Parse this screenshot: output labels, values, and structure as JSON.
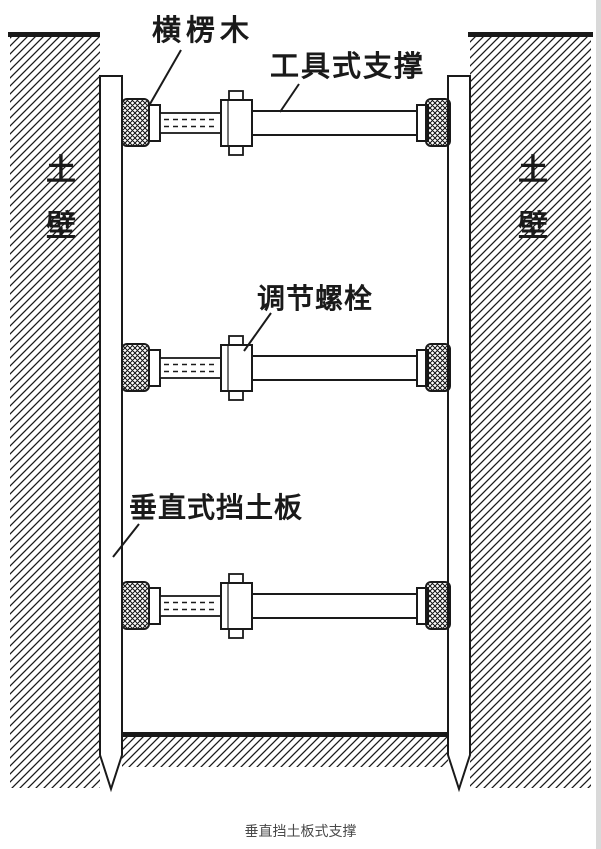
{
  "figure": {
    "caption": "垂直挡土板式支撑"
  },
  "labels": {
    "wale_timber": "横楞木",
    "tool_support": "工具式支撑",
    "adjust_bolt": "调节螺栓",
    "retaining_board": "垂直式挡土板",
    "soil_wall_left": "土壁",
    "soil_wall_right": "土壁"
  },
  "colors": {
    "line": "#1a1a1a",
    "background": "#ffffff",
    "caption_text": "#4a4a4a",
    "edge_strip": "#d9d9d9"
  }
}
